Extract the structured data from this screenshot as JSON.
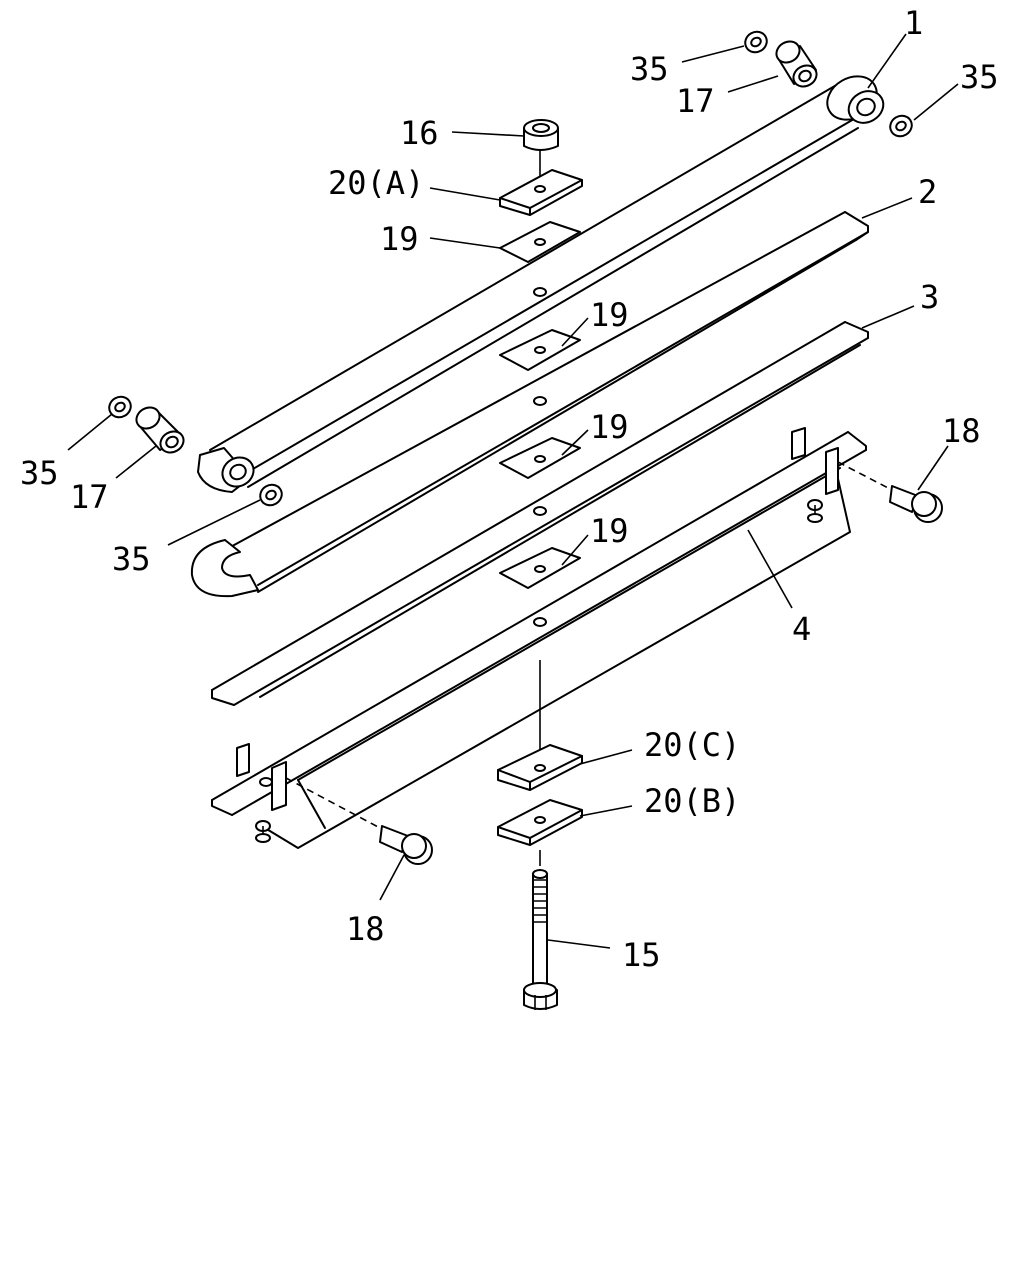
{
  "labels": {
    "leaf_1": "1",
    "leaf_2": "2",
    "leaf_3": "3",
    "leaf_4": "4",
    "nut_16": "16",
    "plate_20a": "20(A)",
    "plate_20b": "20(B)",
    "plate_20c": "20(C)",
    "pad_19_top": "19",
    "pad_19_a": "19",
    "pad_19_b": "19",
    "pad_19_c": "19",
    "bolt_15": "15",
    "bolt_18_right": "18",
    "bolt_18_left": "18",
    "bushing_17_top": "17",
    "bushing_17_left": "17",
    "washer_35_top_left": "35",
    "washer_35_top_right": "35",
    "washer_35_left": "35",
    "washer_35_lower": "35"
  }
}
